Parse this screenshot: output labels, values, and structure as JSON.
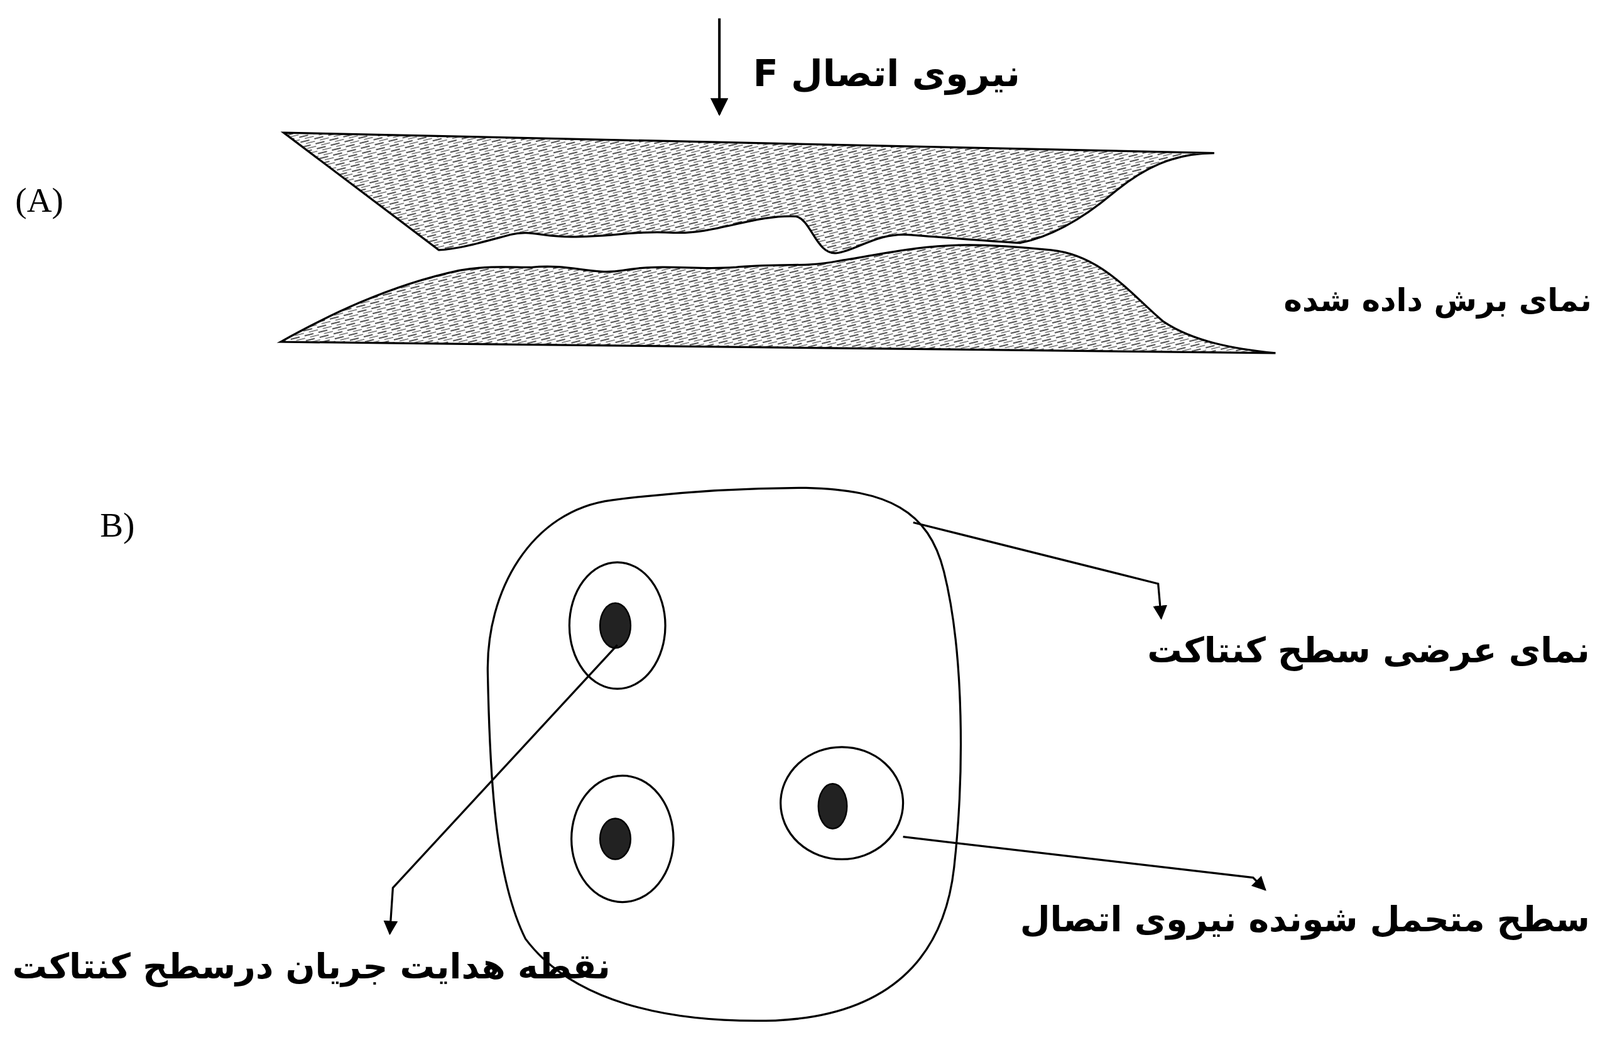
{
  "diagram": {
    "labels": [
      "نیروی اتصال F",
      "(A)",
      "نمای برش داده شده",
      "B)",
      "نمای عرضی سطح کنتاکت",
      "سطح متحمل شونده نیروی اتصال",
      "نقطه هدایت جریان درسطح کنتاکت"
    ]
  }
}
